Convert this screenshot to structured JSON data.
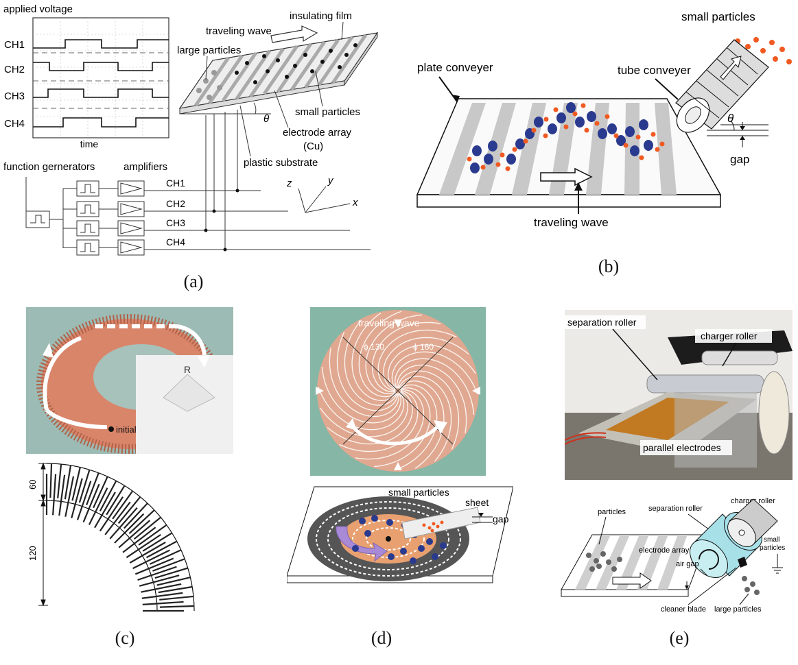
{
  "panel_a": {
    "applied_voltage": "applied voltage",
    "channels": [
      "CH1",
      "CH2",
      "CH3",
      "CH4"
    ],
    "time": "time",
    "traveling_wave": "traveling wave",
    "insulating_film": "insulating film",
    "large_particles": "large particles",
    "small_particles": "small particles",
    "electrode_array": "electrode array",
    "electrode_cu": "(Cu)",
    "plastic_substrate": "plastic substrate",
    "theta": "θ",
    "function_generators": "function gernerators",
    "amplifiers": "amplifiers",
    "axis_z": "z",
    "axis_y": "y",
    "axis_x": "x",
    "caption": "(a)"
  },
  "panel_b": {
    "small_particles": "small particles",
    "plate_conveyer": "plate conveyer",
    "tube_conveyer": "tube conveyer",
    "theta": "θ",
    "gap": "gap",
    "traveling_wave": "traveling wave",
    "caption": "(b)"
  },
  "panel_c": {
    "initial": "initial",
    "r_label": "R",
    "dim_60": "60",
    "dim_120": "120",
    "caption": "(c)"
  },
  "panel_d": {
    "traveling_wave": "traveling wave",
    "phi_130": "ϕ 130",
    "phi_160": "ϕ 160",
    "small_particles": "small particles",
    "sheet": "sheet",
    "gap": "gap",
    "caption": "(d)"
  },
  "panel_e": {
    "separation_roller": "separation roller",
    "charger_roller": "charger roller",
    "parallel_electrodes": "parallel electrodes",
    "particles": "particles",
    "separation_roller_2": "separation roller",
    "charger_roller_2": "charger roller",
    "electrode_array": "electrode array",
    "small_particles_line1": "small",
    "small_particles_line2": "particles",
    "air_gap": "air gap",
    "cleaner_blade": "cleaner blade",
    "large_particles": "large particles",
    "caption": "(e)"
  },
  "colors": {
    "electrode_copper": "#d9856a",
    "particle_blue": "#2a3a8f",
    "particle_orange": "#f05a22",
    "stripe_gray": "#c8c8c8",
    "board_green": "#7fa8a0",
    "roller_cyan": "#a8e0e8"
  }
}
